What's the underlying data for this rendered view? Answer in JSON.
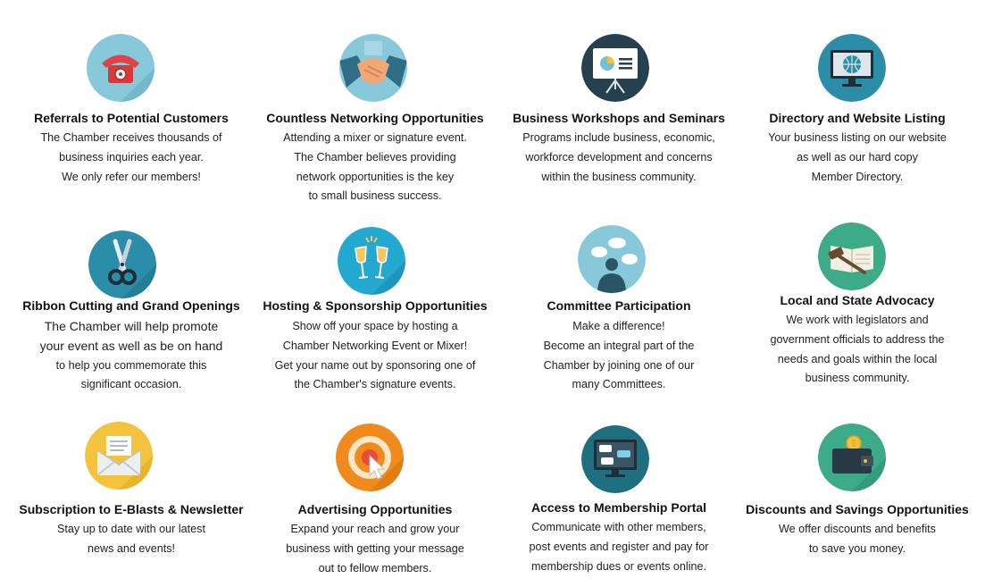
{
  "items": [
    {
      "title": "Referrals to Potential Customers",
      "icon": "telephone-icon",
      "lines": [
        "The Chamber receives thousands of",
        "business inquiries each year.",
        "We only refer our members!"
      ]
    },
    {
      "title": "Countless Networking Opportunities",
      "icon": "handshake-icon",
      "lines": [
        "Attending a mixer or signature event.",
        "The Chamber believes providing",
        "network opportunities is the key",
        "to small business success."
      ]
    },
    {
      "title": "Business Workshops and Seminars",
      "icon": "presentation-board-icon",
      "lines": [
        "Programs include business, economic,",
        "workforce development and concerns",
        "within the business community."
      ]
    },
    {
      "title": "Directory and Website Listing",
      "icon": "globe-monitor-icon",
      "lines": [
        "Your business listing on our website",
        "as well as our hard copy",
        "Member Directory."
      ]
    },
    {
      "title": "Ribbon Cutting and Grand Openings",
      "icon": "scissors-icon",
      "lines": [
        "The Chamber will help promote",
        "your event as well as be on hand",
        "to help you commemorate this",
        "significant occasion."
      ]
    },
    {
      "title": "Hosting & Sponsorship Opportunities",
      "icon": "champagne-toast-icon",
      "lines": [
        "Show off your space by hosting a",
        "Chamber Networking Event or Mixer!",
        "Get your name out by sponsoring one of",
        "the Chamber's signature events."
      ]
    },
    {
      "title": "Committee Participation",
      "icon": "speech-bubbles-person-icon",
      "lines": [
        "Make a difference!",
        "Become an integral part of the",
        "Chamber by joining one of our",
        "many Committees."
      ]
    },
    {
      "title": "Local and State Advocacy",
      "icon": "gavel-book-icon",
      "lines": [
        "We work with legislators and",
        "government officials to address the",
        "needs and goals within the local",
        "business community."
      ]
    },
    {
      "title": "Subscription to E-Blasts & Newsletter",
      "icon": "envelope-icon",
      "lines": [
        "Stay up to date with our latest",
        "news and events!"
      ]
    },
    {
      "title": "Advertising Opportunities",
      "icon": "target-cursor-icon",
      "lines": [
        "Expand your reach and grow your",
        "business with getting your message",
        "out to fellow members."
      ]
    },
    {
      "title": "Access to Membership Portal",
      "icon": "chat-monitor-icon",
      "lines": [
        "Communicate with other members,",
        "post events and register and pay for",
        "membership dues or events online."
      ]
    },
    {
      "title": "Discounts and Savings Opportunities",
      "icon": "wallet-coin-icon",
      "lines": [
        "We offer discounts and benefits",
        "to save you money."
      ]
    }
  ],
  "colors": {
    "light_blue": "#87C9DB",
    "dark_navy": "#27404F",
    "teal_blue": "#2C8DA8",
    "deep_teal": "#1F6F80",
    "cyan": "#23A9CF",
    "green": "#3DAA88",
    "yellow": "#F3C33D",
    "orange": "#F08A1D",
    "red": "#E84A3C"
  }
}
